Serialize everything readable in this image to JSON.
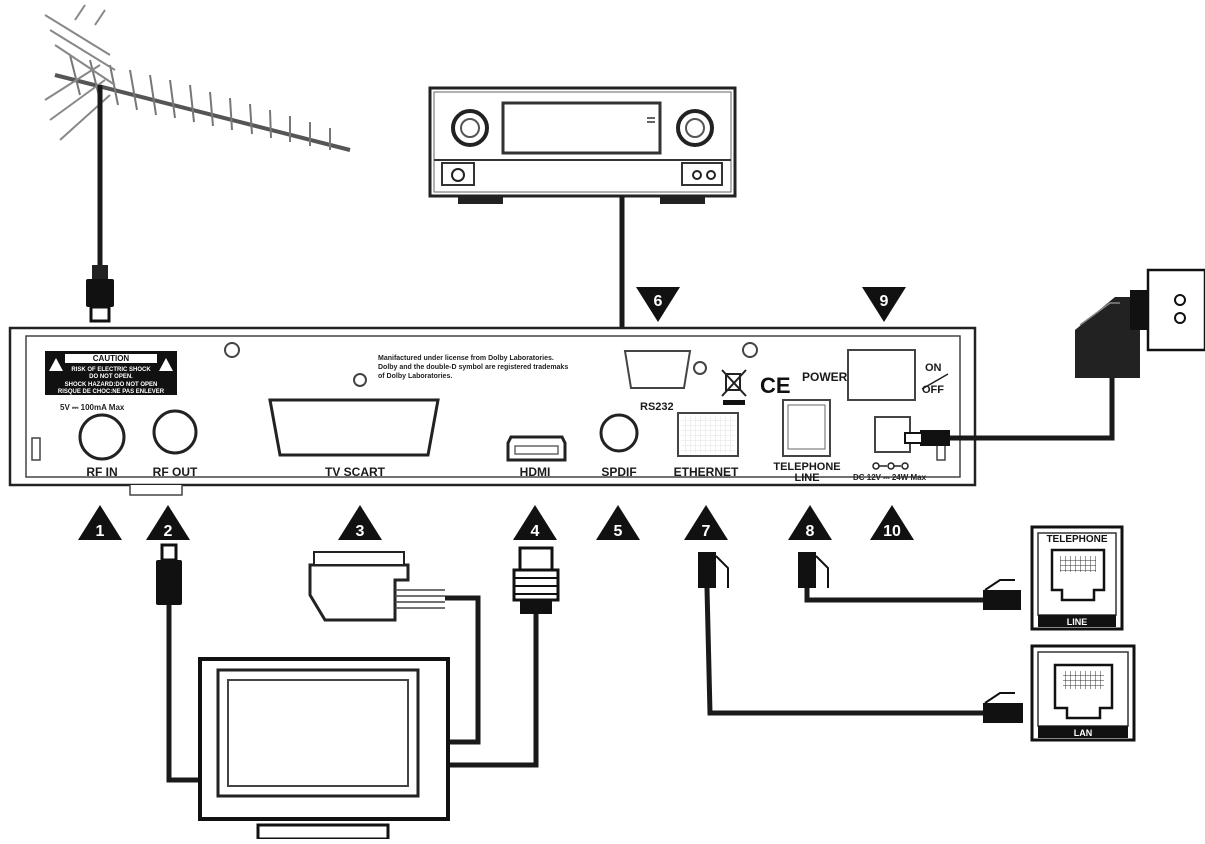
{
  "ports": {
    "rf_in": "RF IN",
    "rf_out": "RF OUT",
    "tv_scart": "TV SCART",
    "hdmi": "HDMI",
    "spdif": "SPDIF",
    "ethernet": "ETHERNET",
    "telephone_line_1": "TELEPHONE",
    "telephone_line_2": "LINE",
    "dc": "DC 12V ⎓ 24W  Max",
    "rs232": "RS232",
    "power": "POWER",
    "on": "ON",
    "off": "OFF",
    "rf_rating": "5V ⎓ 100mA  Max"
  },
  "caution": {
    "title": "CAUTION",
    "line1": "RISK OF ELECTRIC SHOCK",
    "line2": "DO NOT OPEN.",
    "line3": "SHOCK HAZARD:DO NOT OPEN",
    "line4": "RISQUE DE CHOC:NE PAS ENLEVER"
  },
  "dolby": {
    "line1": "Manifactured under license from Dolby Laboratories.",
    "line2": "Dolby and the double-D symbol are registered trademaks",
    "line3": "of Dolby Laboratories."
  },
  "markers": [
    "1",
    "2",
    "3",
    "4",
    "5",
    "6",
    "7",
    "8",
    "9",
    "10"
  ],
  "wall_sockets": {
    "telephone_top": "TELEPHONE",
    "telephone_bottom": "LINE",
    "lan_bottom": "LAN"
  },
  "ce_mark": "CE"
}
